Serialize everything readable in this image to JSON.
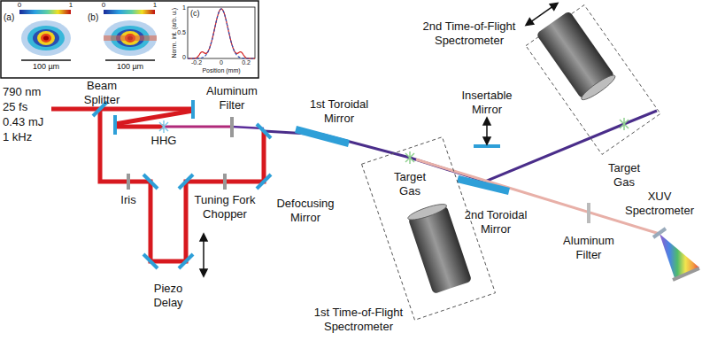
{
  "diagram": {
    "labels": [
      "(a)",
      "0",
      "1",
      "100 µm",
      "(b)",
      "0",
      "1",
      "100 µm",
      "(c)",
      "Norm. int. (arb. u.)",
      "1",
      "0.5",
      "0",
      "-0.2",
      "0",
      "0.2",
      "Position (mm)",
      "790 nm",
      "25 fs",
      "0.43 mJ",
      "1 kHz",
      "Beam Splitter",
      "HHG",
      "Aluminum Filter",
      "1st Toroidal Mirror",
      "Iris",
      "Piezo Delay",
      "Tuning Fork Chopper",
      "Defocusing Mirror",
      "Target Gas",
      "1st Time-of-Flight Spectrometer",
      "Insertable Mirror",
      "2nd Toroidal Mirror",
      "2nd Time-of-Flight Spectrometer",
      "Target Gas",
      "Aluminum Filter",
      "XUV Spectrometer"
    ]
  }
}
